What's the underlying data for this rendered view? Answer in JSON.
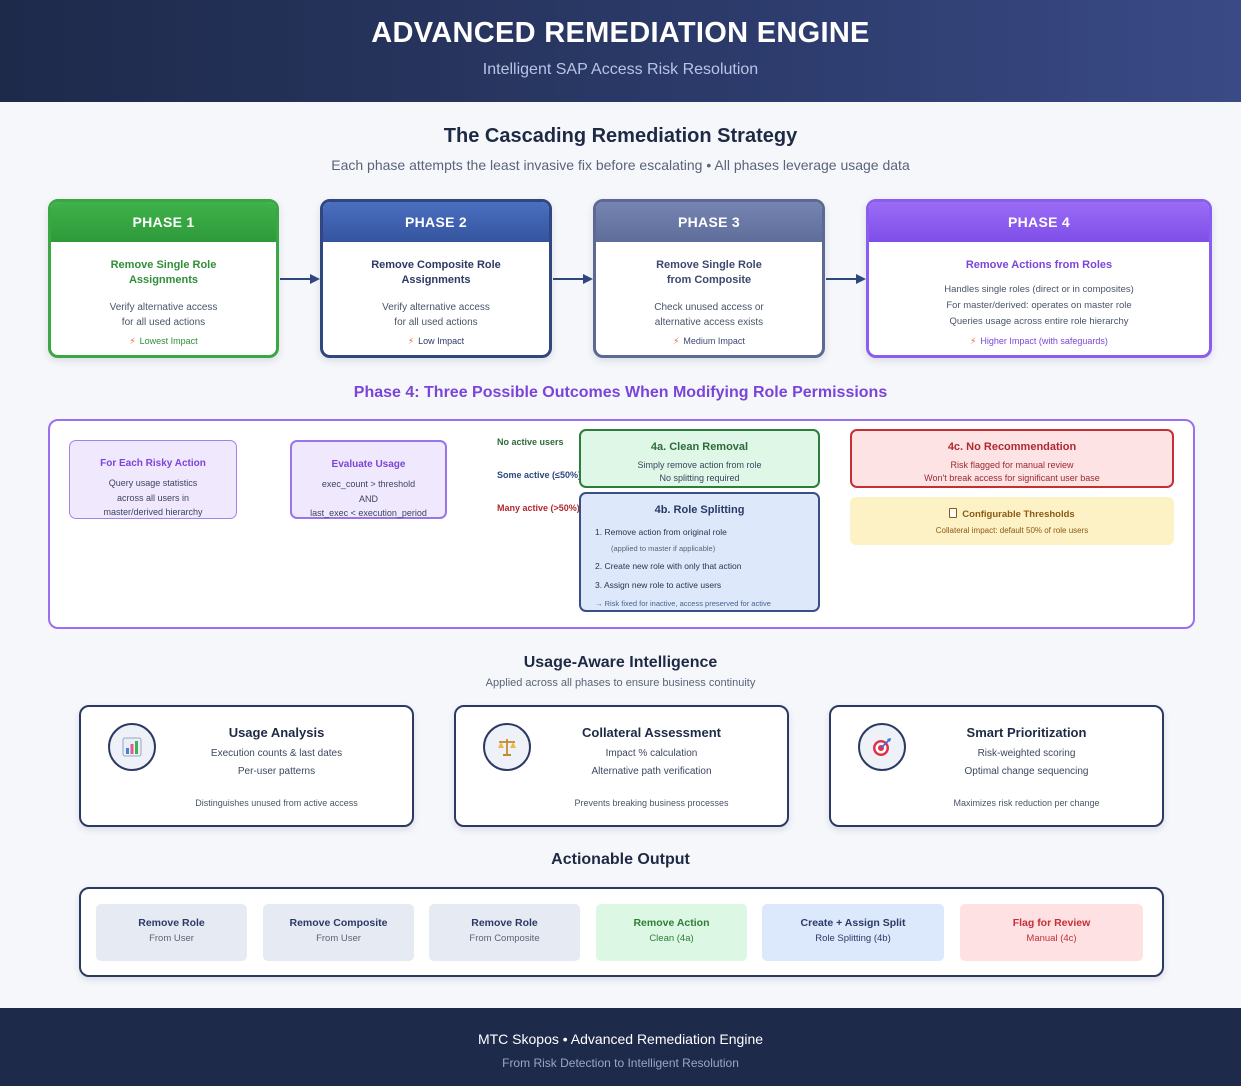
{
  "header": {
    "title": "ADVANCED REMEDIATION ENGINE",
    "subtitle": "Intelligent SAP Access Risk Resolution"
  },
  "strategy": {
    "title": "The Cascading Remediation Strategy",
    "subtitle": "Each phase attempts the least invasive fix before escalating • All phases leverage usage data"
  },
  "phases": [
    {
      "label": "PHASE 1",
      "title_line1": "Remove Single Role",
      "title_line2": "Assignments",
      "desc_line1": "Verify alternative access",
      "desc_line2": "for all used actions",
      "impact": "Lowest Impact"
    },
    {
      "label": "PHASE 2",
      "title_line1": "Remove Composite Role",
      "title_line2": "Assignments",
      "desc_line1": "Verify alternative access",
      "desc_line2": "for all used actions",
      "impact": "Low Impact"
    },
    {
      "label": "PHASE 3",
      "title_line1": "Remove Single Role",
      "title_line2": "from Composite",
      "desc_line1": "Check unused access or",
      "desc_line2": "alternative access exists",
      "impact": "Medium Impact"
    },
    {
      "label": "PHASE 4",
      "title_line1": "Remove Actions from Roles",
      "desc_line1": "Handles single roles (direct or in composites)",
      "desc_line2": "For master/derived: operates on master role",
      "desc_line3": "Queries usage across entire role hierarchy",
      "impact": "Higher Impact (with safeguards)"
    }
  ],
  "phase4_outcomes": {
    "title": "Phase 4: Three Possible Outcomes When Modifying Role Permissions",
    "for_each": {
      "title": "For Each Risky Action",
      "line1": "Query usage statistics",
      "line2": "across all users in",
      "line3": "master/derived hierarchy"
    },
    "evaluate": {
      "title": "Evaluate Usage",
      "line1": "exec_count > threshold",
      "line2": "AND",
      "line3": "last_exec < execution_period"
    },
    "branch_labels": {
      "none": "No active users",
      "some": "Some active (≤50%)",
      "many": "Many active (>50%)"
    },
    "clean": {
      "title": "4a. Clean Removal",
      "line1": "Simply remove action from role",
      "line2": "No splitting required"
    },
    "split": {
      "title": "4b. Role Splitting",
      "step1": "1. Remove action from original role",
      "step1_note": "(applied to master if applicable)",
      "step2": "2. Create new role with only that action",
      "step3": "3. Assign new role to active users",
      "result": "→ Risk fixed for inactive, access preserved for active"
    },
    "no_rec": {
      "title": "4c. No Recommendation",
      "line1": "Risk flagged for manual review",
      "line2": "Won't break access for significant user base"
    },
    "thresholds": {
      "title": "Configurable Thresholds",
      "line1": "Collateral impact: default 50% of role users"
    }
  },
  "usage": {
    "title": "Usage-Aware Intelligence",
    "subtitle": "Applied across all phases to ensure business continuity",
    "cards": [
      {
        "icon": "bar-chart-icon",
        "title": "Usage Analysis",
        "line1": "Execution counts & last dates",
        "line2": "Per-user patterns",
        "footer": "Distinguishes unused from active access"
      },
      {
        "icon": "scales-icon",
        "title": "Collateral Assessment",
        "line1": "Impact % calculation",
        "line2": "Alternative path verification",
        "footer": "Prevents breaking business processes"
      },
      {
        "icon": "target-icon",
        "title": "Smart Prioritization",
        "line1": "Risk-weighted scoring",
        "line2": "Optimal change sequencing",
        "footer": "Maximizes risk reduction per change"
      }
    ]
  },
  "output": {
    "title": "Actionable Output",
    "items": [
      {
        "title": "Remove Role",
        "sub": "From User"
      },
      {
        "title": "Remove Composite",
        "sub": "From User"
      },
      {
        "title": "Remove Role",
        "sub": "From Composite"
      },
      {
        "title": "Remove Action",
        "sub": "Clean (4a)"
      },
      {
        "title": "Create + Assign Split",
        "sub": "Role Splitting (4b)"
      },
      {
        "title": "Flag for Review",
        "sub": "Manual (4c)"
      }
    ]
  },
  "footer": {
    "line1": "MTC Skopos • Advanced Remediation Engine",
    "line2": "From Risk Detection to Intelligent Resolution"
  },
  "colors": {
    "phase1": "#3aa644",
    "phase2": "#2f4680",
    "phase3": "#5c6a93",
    "phase4": "#8b5cf0",
    "clean": "#2e7d3a",
    "split": "#3a4f86",
    "no_rec": "#c62f36",
    "threshold_bg": "#fdf1c6"
  }
}
